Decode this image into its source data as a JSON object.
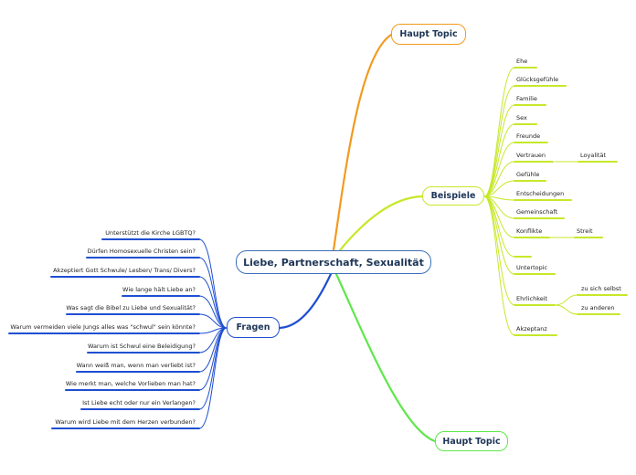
{
  "central": {
    "label": "Liebe, Partnerschaft, Sexualität",
    "color": "#3b6fb8"
  },
  "branches": {
    "haupt_top": {
      "label": "Haupt Topic",
      "color": "#f29a1f"
    },
    "beispiele": {
      "label": "Beispiele",
      "color": "#c6e82a",
      "items": [
        "Ehe",
        "Glücksgefühle",
        "Familie",
        "Sex",
        "Freunde",
        "Vertrauen",
        "Gefühle",
        "Entscheidungen",
        "Gemeinschaft",
        "Konflikte",
        "",
        "Untertopic",
        "Ehrlichkeit",
        "Akzeptanz"
      ],
      "sub": {
        "vertrauen": [
          "Loyalität"
        ],
        "konflikte": [
          "Streit"
        ],
        "ehrlichkeit": [
          "zu sich selbst",
          "zu anderen"
        ]
      }
    },
    "fragen": {
      "label": "Fragen",
      "color": "#1f4fd1",
      "items": [
        "Unterstützt die Kirche LGBTQ?",
        "Dürfen Homosexuelle Christen sein?",
        "Akzeptiert Gott Schwule/ Lesben/ Trans/ Divers?",
        "Wie lange hält Liebe an?",
        "Was sagt die Bibel zu Liebe und Sexualität?",
        "Warum vermeiden viele Jungs alles was \"schwul\" sein könnte?",
        "Warum ist Schwul eine Beleidigung?",
        "Wann weiß man, wenn man verliebt ist?",
        "Wie merkt man, welche Vorlieben man hat?",
        "Ist Liebe echt oder nur ein Verlangen?",
        "Warum wird Liebe mit dem Herzen verbunden?"
      ]
    },
    "haupt_bottom": {
      "label": "Haupt Topic",
      "color": "#5ee84a"
    }
  }
}
